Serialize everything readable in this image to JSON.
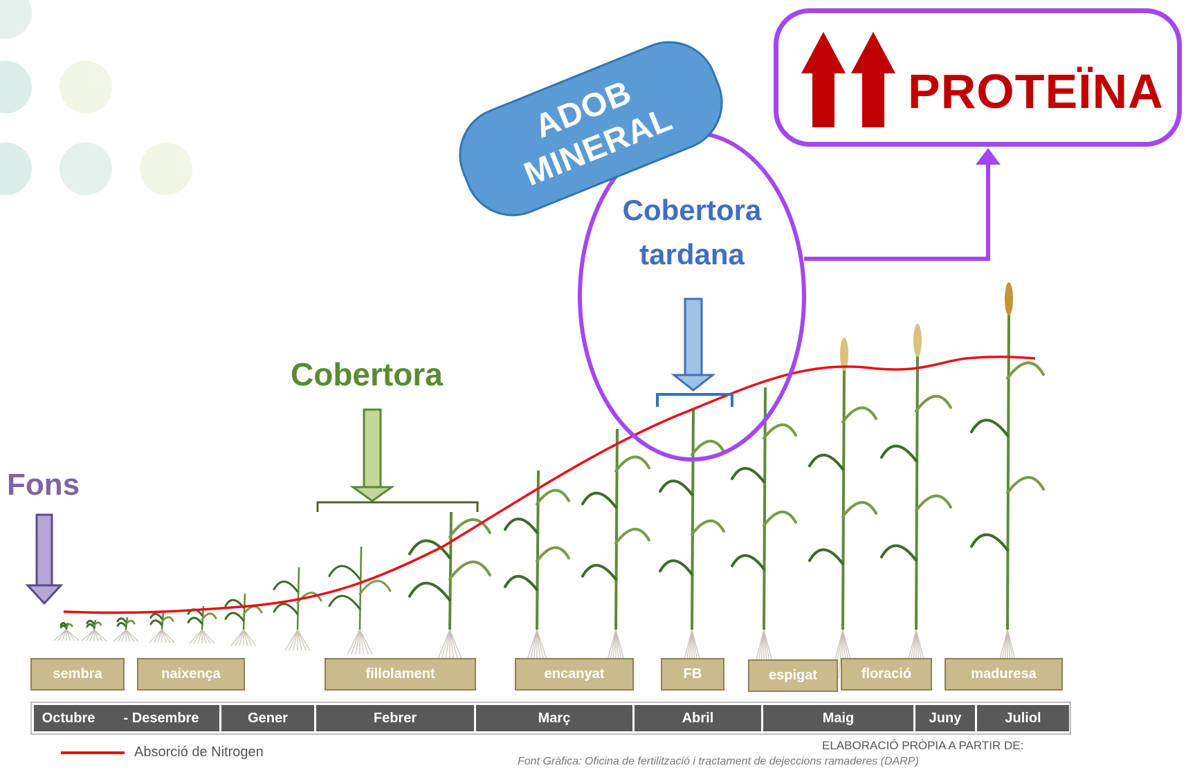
{
  "labels": {
    "fons": "Fons",
    "cobertora": "Cobertora",
    "cobertora_tardana_line1": "Cobertora",
    "cobertora_tardana_line2": "tardana",
    "adob_line1": "ADOB",
    "adob_line2": "MINERAL",
    "proteina": "PROTEÏNA"
  },
  "stages": [
    "sembra",
    "naixença",
    "fillolament",
    "encanyat",
    "FB",
    "espigat",
    "floració",
    "maduresa"
  ],
  "months": [
    "Octubre",
    "- Desembre",
    "Gener",
    "Febrer",
    "Març",
    "Abril",
    "Maig",
    "Juny",
    "Juliol"
  ],
  "legend": {
    "series": "Absorció de Nitrogen"
  },
  "credit": "ELABORACIÓ PRÒPIA A PARTIR DE:",
  "source": "Font Gràfica:  Oficina de fertilització i tractament de dejeccions ramaderes (DARP)",
  "colors": {
    "curve": "#e8101a",
    "fons": "#8064a2",
    "cobertora": "#5a8a32",
    "cobertora_tardana": "#3f6fc0",
    "ellipse": "#a347f0",
    "adob_fill": "#5b9bd5",
    "proteina": "#c00000",
    "stage_fill": "#c9bb8c",
    "month_fill": "#595959"
  },
  "icons": {
    "fons_arrow": "down-arrow-icon",
    "cobertora_arrow": "down-arrow-icon",
    "tardana_arrow": "down-arrow-icon",
    "proteina_arrows": "up-arrow-icon"
  }
}
